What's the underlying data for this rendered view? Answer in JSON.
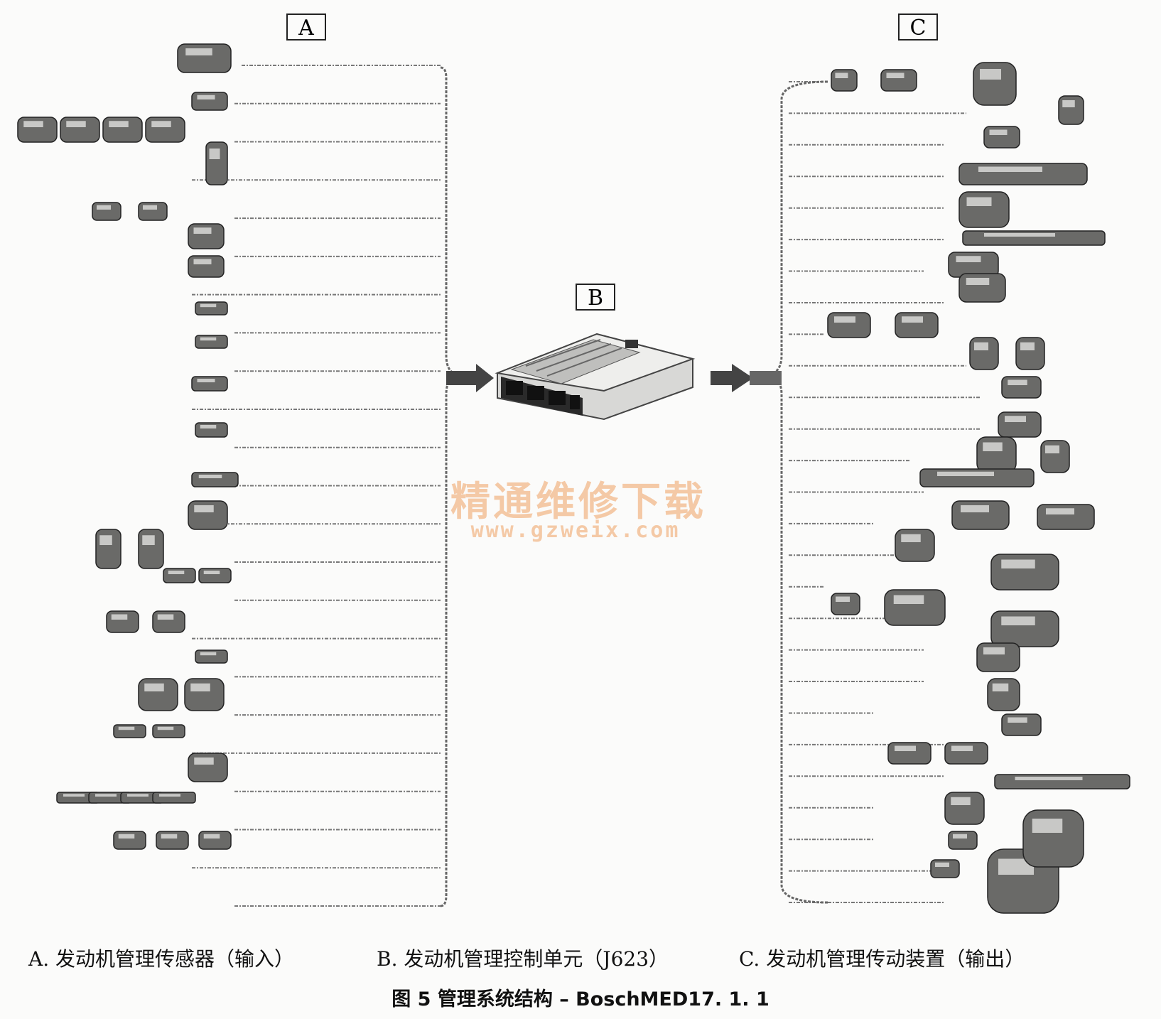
{
  "diagram": {
    "box_labels": {
      "a": "A",
      "b": "B",
      "c": "C"
    },
    "watermark": {
      "text_cn": "精通维修下载",
      "url": "www.gzweix.com"
    },
    "input_lines_count": 23,
    "output_lines_count": 27
  },
  "legend": {
    "a": "A.  发动机管理传感器（输入）",
    "b": "B.  发动机管理控制单元（J623）",
    "c": "C.  发动机管理传动装置（输出）"
  },
  "caption": "图 5    管理系统结构 – BoschMED17. 1. 1"
}
